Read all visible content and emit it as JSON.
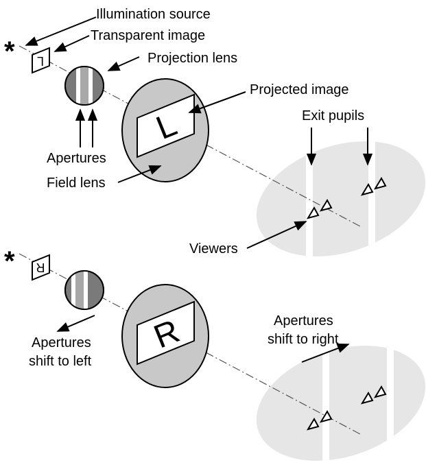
{
  "labels": {
    "illumination_source": "Illumination source",
    "transparent_image": "Transparent image",
    "projection_lens": "Projection lens",
    "projected_image": "Projected image",
    "exit_pupils": "Exit pupils",
    "apertures": "Apertures",
    "field_lens": "Field lens",
    "viewers": "Viewers",
    "apertures_shift_left_line1": "Apertures",
    "apertures_shift_left_line2": "shift to left",
    "apertures_shift_right_line1": "Apertures",
    "apertures_shift_right_line2": "shift to right"
  },
  "glyphs": {
    "star": "*",
    "top_image_letter": "L",
    "bottom_image_letter": "R"
  },
  "colors": {
    "lens_fill": "#c8c8c8",
    "pupil_fill": "#e6e6e6",
    "dark_stripe": "#7a7a7a"
  }
}
